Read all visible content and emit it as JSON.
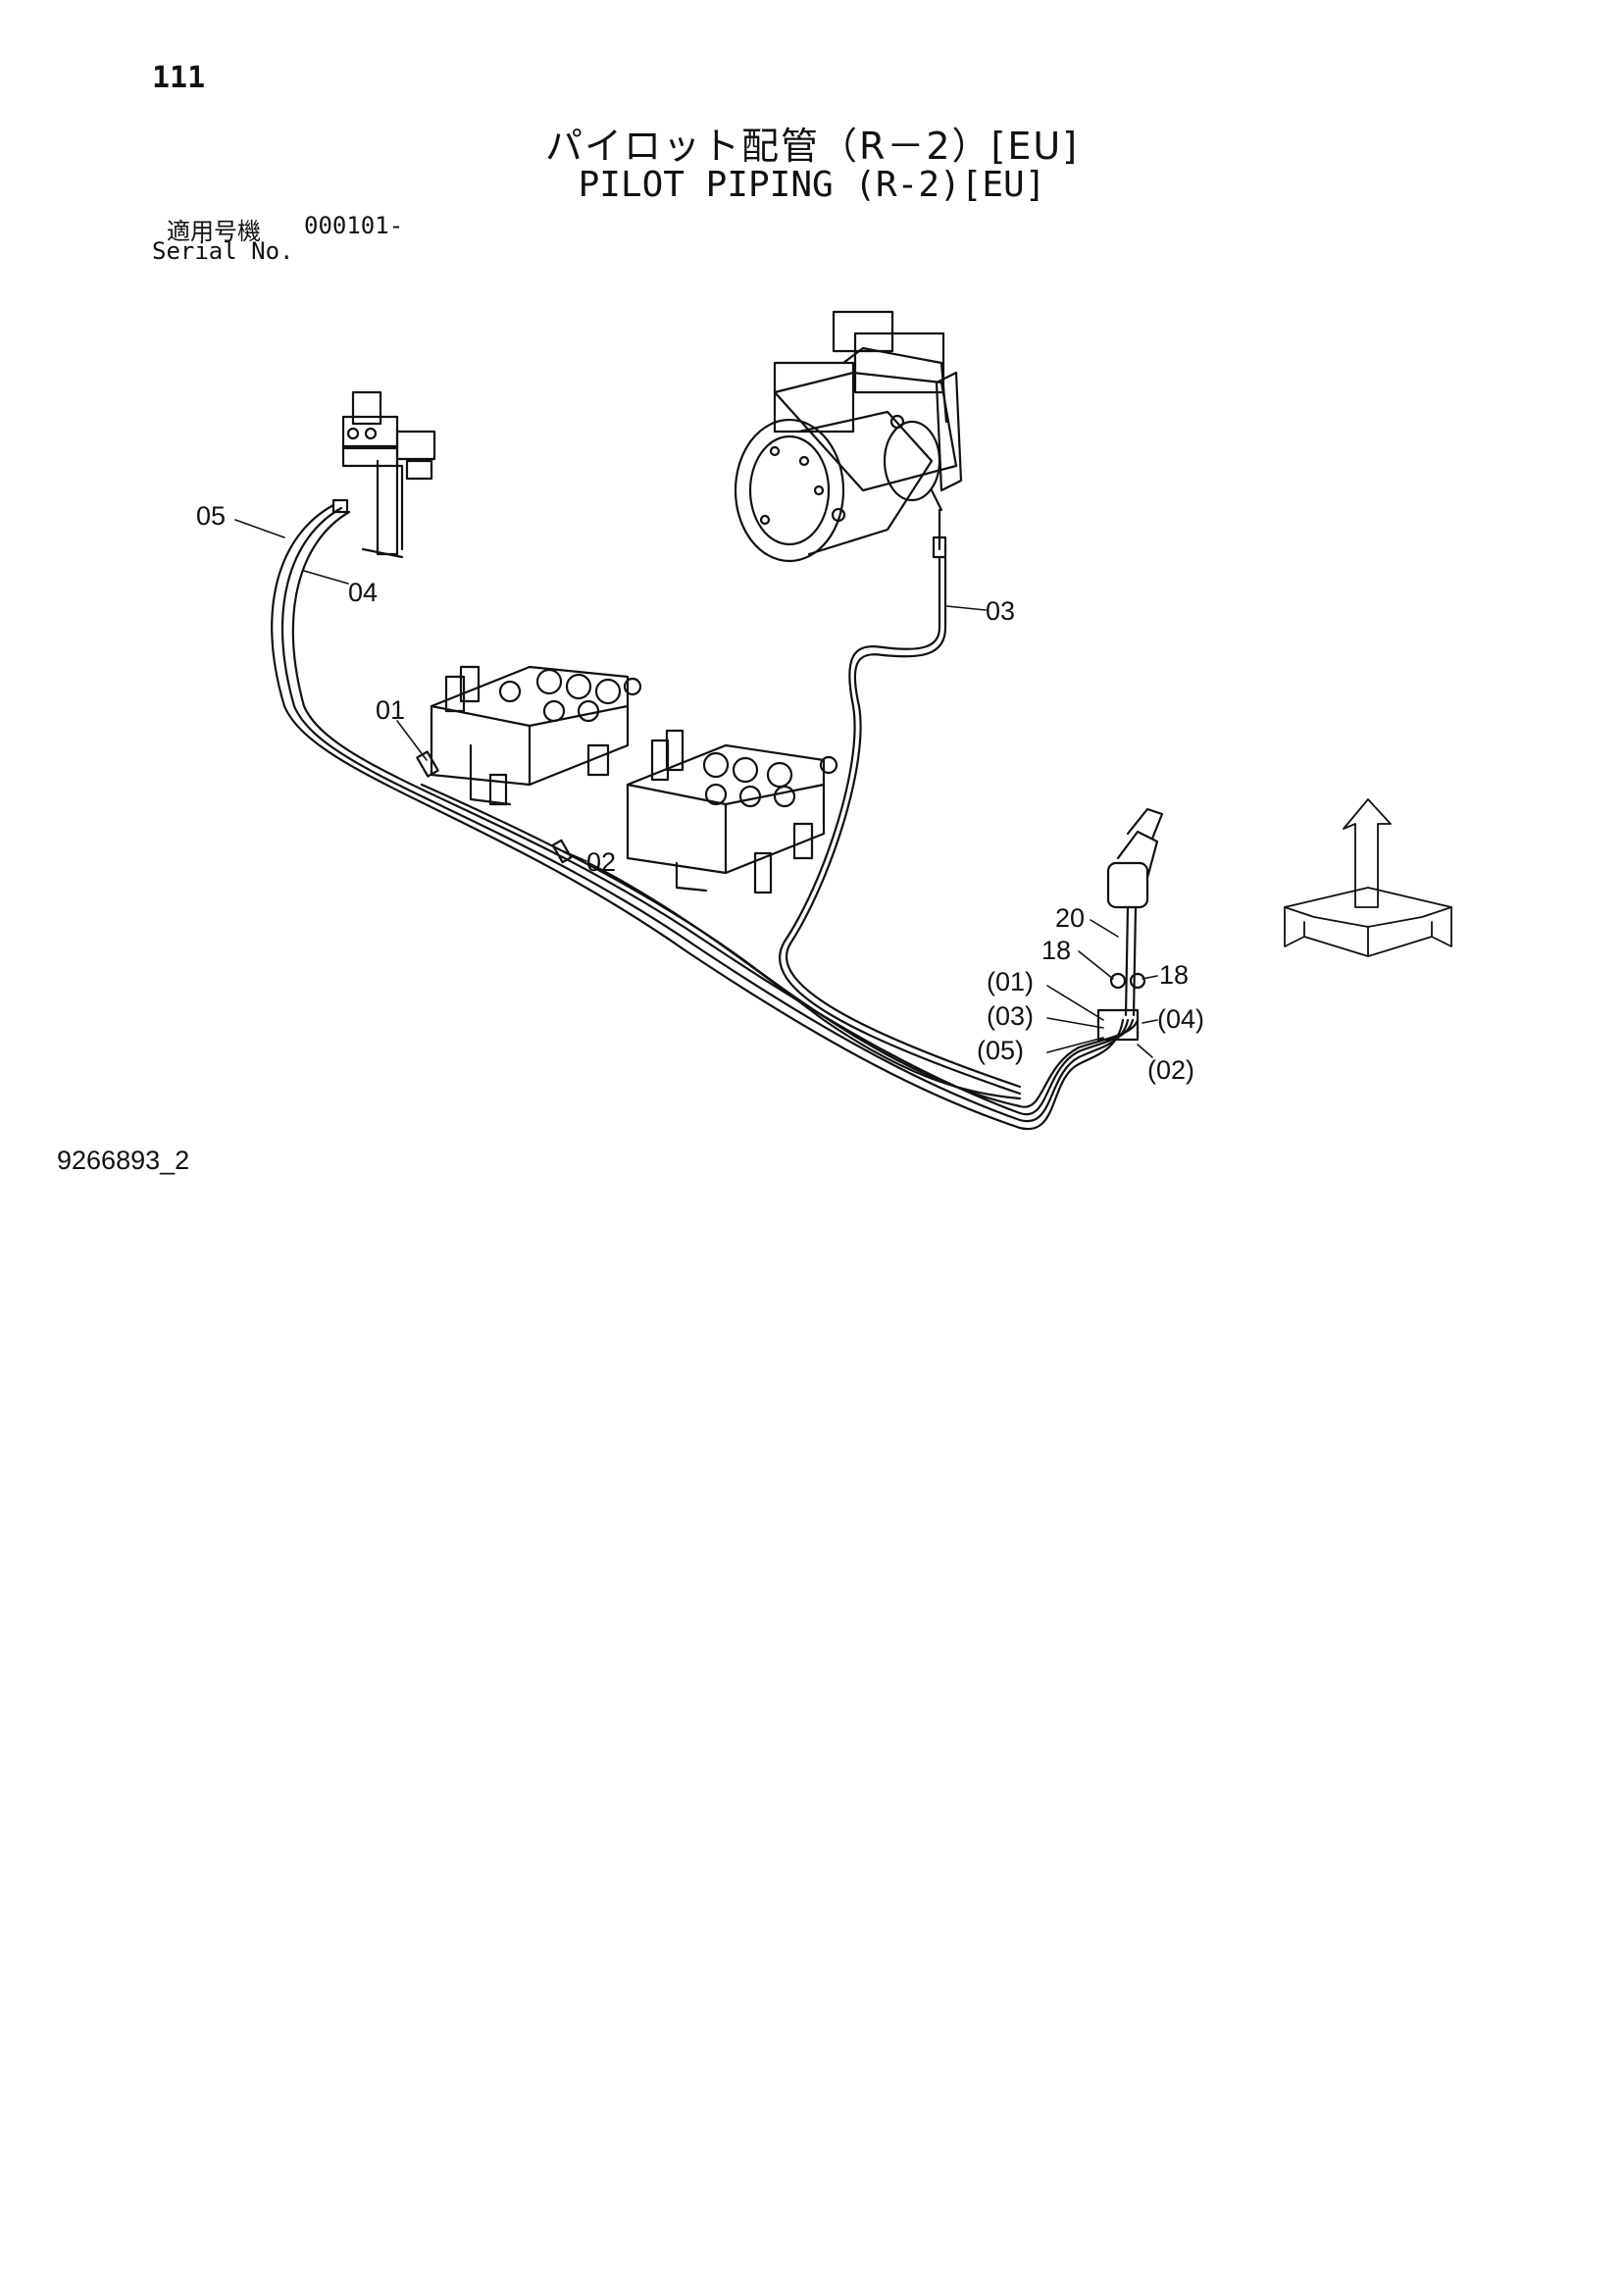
{
  "header": {
    "page_number": "111",
    "title_jp": "パイロット配管（R－2）[EU]",
    "title_en": "PILOT PIPING (R-2)[EU]",
    "serial_label_jp": "適用号機",
    "serial_value": "000101-",
    "serial_label_en": "Serial No."
  },
  "callouts": {
    "c05": "05",
    "c04": "04",
    "c03": "03",
    "c01": "01",
    "c02": "02",
    "c20": "20",
    "c18a": "18",
    "c18b": "18",
    "p01": "(01)",
    "p03": "(03)",
    "p05": "(05)",
    "p04": "(04)",
    "p02": "(02)"
  },
  "footer": {
    "drawing_number": "9266893_2"
  }
}
